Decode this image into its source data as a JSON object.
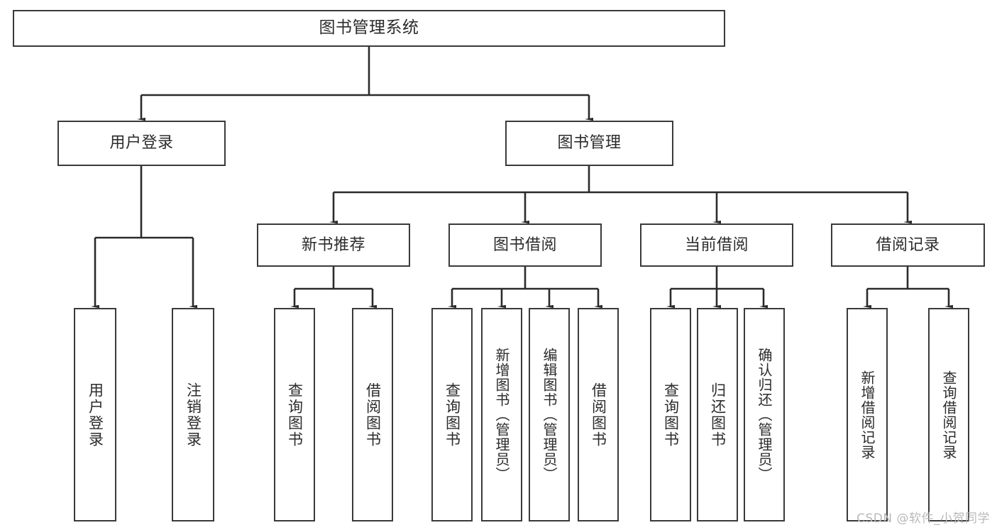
{
  "diagram": {
    "type": "tree",
    "title": "图书管理系统",
    "watermark": "CSDN @软件_小贺同学",
    "colors": {
      "stroke": "#3a3a3a",
      "fill": "#ffffff",
      "text": "#2b2b2b",
      "watermark": "#b9b9b9"
    },
    "levels": {
      "root": {
        "label": "图书管理系统"
      },
      "level1": [
        {
          "id": "user-login",
          "label": "用户登录"
        },
        {
          "id": "book-management",
          "label": "图书管理"
        }
      ],
      "level2": [
        {
          "id": "new-book-recommend",
          "label": "新书推荐",
          "parent": "book-management"
        },
        {
          "id": "book-borrow",
          "label": "图书借阅",
          "parent": "book-management"
        },
        {
          "id": "current-borrow",
          "label": "当前借阅",
          "parent": "book-management"
        },
        {
          "id": "borrow-record",
          "label": "借阅记录",
          "parent": "book-management"
        }
      ],
      "level3": [
        {
          "id": "leaf-user-login",
          "label": "用户登录",
          "parent": "user-login"
        },
        {
          "id": "leaf-logout-login",
          "label": "注销登录",
          "parent": "user-login"
        },
        {
          "id": "leaf-query-book-1",
          "label": "查询图书",
          "parent": "new-book-recommend"
        },
        {
          "id": "leaf-borrow-book-1",
          "label": "借阅图书",
          "parent": "new-book-recommend"
        },
        {
          "id": "leaf-query-book-2",
          "label": "查询图书",
          "parent": "book-borrow"
        },
        {
          "id": "leaf-add-book",
          "label": "新增图书（管理员）",
          "parent": "book-borrow"
        },
        {
          "id": "leaf-edit-book",
          "label": "编辑图书（管理员）",
          "parent": "book-borrow"
        },
        {
          "id": "leaf-borrow-book-2",
          "label": "借阅图书",
          "parent": "book-borrow"
        },
        {
          "id": "leaf-query-book-3",
          "label": "查询图书",
          "parent": "current-borrow"
        },
        {
          "id": "leaf-return-book",
          "label": "归还图书",
          "parent": "current-borrow"
        },
        {
          "id": "leaf-confirm-return",
          "label": "确认归还（管理员）",
          "parent": "current-borrow"
        },
        {
          "id": "leaf-add-record",
          "label": "新增借阅记录",
          "parent": "borrow-record"
        },
        {
          "id": "leaf-query-record",
          "label": "查询借阅记录",
          "parent": "borrow-record"
        }
      ]
    }
  }
}
